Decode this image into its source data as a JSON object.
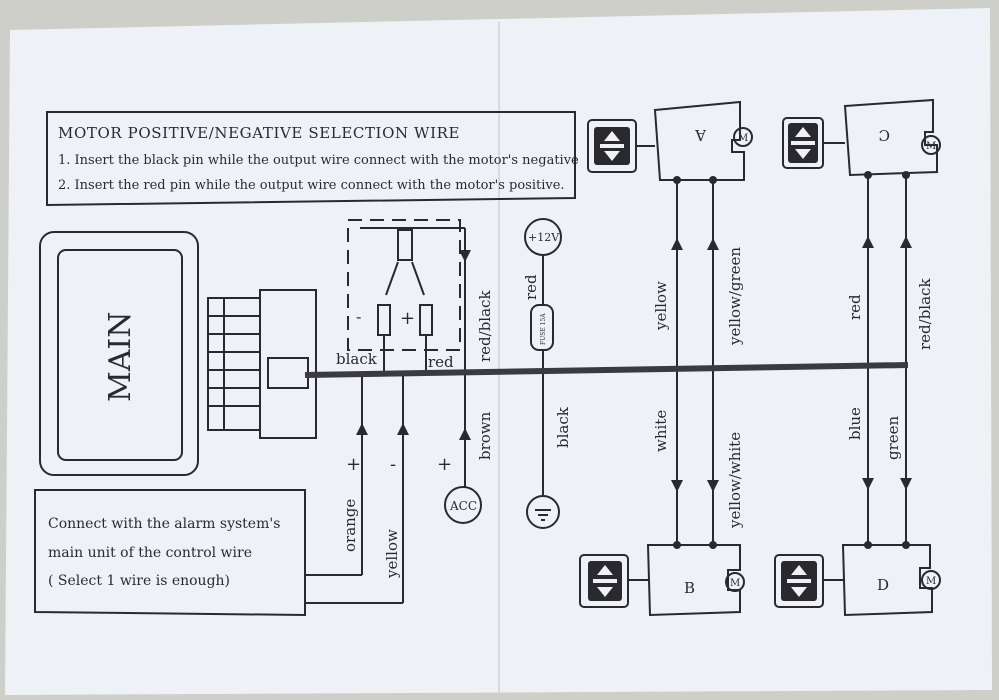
{
  "selection_box": {
    "title": "MOTOR POSITIVE/NEGATIVE SELECTION WIRE",
    "line1": "1. Insert the black pin while the output wire connect with the motor's negative",
    "line2": "2. Insert the red pin while the output wire connect with the motor's positive."
  },
  "main_unit": {
    "label": "MAIN"
  },
  "alarm_box": {
    "line1": "Connect with the alarm system's",
    "line2": "main unit of the control wire",
    "line3": "( Select 1 wire is enough)"
  },
  "harness": {
    "black": "black",
    "red": "red",
    "red_black": "red/black",
    "brown": "brown",
    "orange": "orange",
    "yellow": "yellow",
    "acc": "ACC",
    "plus": "+",
    "minus": "-",
    "plus_sign": "+",
    "minus_sign": "-",
    "power_red": "red",
    "power_black": "black",
    "v12": "+12V",
    "fuse": "FUSE 15A"
  },
  "actuators": {
    "A": {
      "label": "A",
      "top_wire": "yellow",
      "top_wire2": "yellow/green",
      "bottom_wire": "white",
      "bottom_wire2": "yellow/white"
    },
    "B": {
      "label": "B"
    },
    "C": {
      "label": "C",
      "top_wire": "red",
      "top_wire2": "red/black",
      "bottom_wire": "blue",
      "bottom_wire2": "green"
    },
    "D": {
      "label": "D"
    },
    "motor_symbol": "M"
  },
  "colors": {
    "paper": "#eef2f6",
    "ink": "#2a2a2e",
    "background": "#cfcfc9"
  }
}
